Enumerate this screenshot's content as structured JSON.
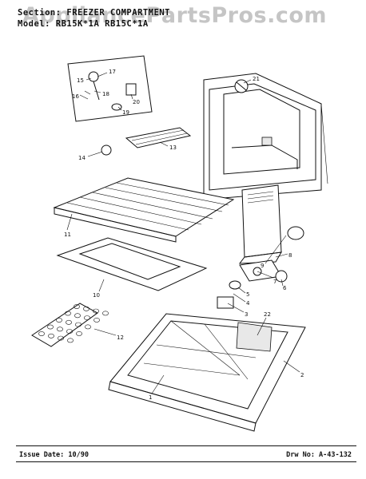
{
  "header": {
    "section_line": "Section: FREEZER COMPARTMENT",
    "model_line": "Model: RB15K*1A  RB15C*1A"
  },
  "watermark": "AppliancePartsPros.com",
  "footer": {
    "issue": "Issue Date: 10/90",
    "drawing": "Drw No: A-43-132"
  },
  "callouts": [
    "1",
    "2",
    "3",
    "4",
    "5",
    "6",
    "7",
    "8",
    "9",
    "10",
    "11",
    "12",
    "13",
    "14",
    "15",
    "16",
    "17",
    "18",
    "19",
    "20",
    "21",
    "22"
  ]
}
